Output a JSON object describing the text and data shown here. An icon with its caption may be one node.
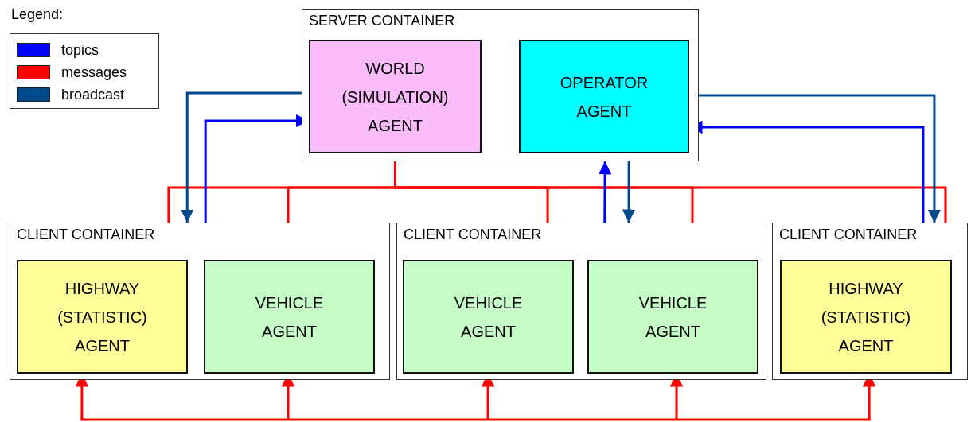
{
  "diagram": {
    "nodes": [
      {
        "text": [
          "SERVER CONTAINER"
        ]
      },
      {
        "text": [
          "WORLD (SIMULATION) AGENT"
        ],
        "in": 0
      },
      {
        "text": [
          "OPERATOR AGENT"
        ],
        "in": 0
      },
      {
        "text": [
          "CLIENT CONTAINER"
        ]
      },
      {
        "text": [
          "HIGHWAY (STATISTIC) AGENT"
        ],
        "in": 3
      },
      {
        "text": [
          "VEHICLE AGENT"
        ],
        "in": 3
      },
      {
        "text": [
          "CLIENT CONTAINER"
        ]
      },
      {
        "text": [
          "VEHICLE AGENT"
        ],
        "in": 6
      },
      {
        "text": [
          "VEHICLE AGENT"
        ],
        "in": 6
      },
      {
        "text": [
          "CLIENT CONTAINER"
        ]
      },
      {
        "text": [
          "HIGHWAY (STATISTIC) AGENT"
        ],
        "in": 9
      }
    ],
    "edges": [
      {
        "from": 1,
        "to": 4,
        "arrow": "to",
        "color": "#ff0000"
      },
      {
        "from": 1,
        "to": 5,
        "arrow": "to",
        "color": "#ff0000"
      },
      {
        "from": 1,
        "to": 7,
        "arrow": "to",
        "color": "#ff0000"
      },
      {
        "from": 1,
        "to": 8,
        "arrow": "to",
        "color": "#ff0000"
      },
      {
        "from": 1,
        "to": 10,
        "arrow": "to",
        "color": "#ff0000"
      },
      {
        "from": 0,
        "to": 3,
        "arrow": "to",
        "color": "#004a8c"
      },
      {
        "from": 3,
        "to": 1,
        "arrow": "to",
        "color": "#0000ff"
      },
      {
        "from": 6,
        "to": 0,
        "arrow": "to",
        "color": "#0000ff"
      },
      {
        "from": 0,
        "to": 6,
        "arrow": "to",
        "color": "#004a8c"
      },
      {
        "from": 0,
        "to": 9,
        "arrow": "to",
        "color": "#004a8c"
      },
      {
        "from": 9,
        "to": 2,
        "arrow": "to",
        "color": "#0000ff"
      },
      {
        "from": null,
        "to": 4,
        "arrow": "to",
        "color": "#ff0000"
      },
      {
        "from": null,
        "to": 5,
        "arrow": "to",
        "color": "#ff0000"
      },
      {
        "from": null,
        "to": 7,
        "arrow": "to",
        "color": "#ff0000"
      },
      {
        "from": null,
        "to": 8,
        "arrow": "to",
        "color": "#ff0000"
      },
      {
        "from": null,
        "to": 10,
        "arrow": "to",
        "color": "#ff0000"
      }
    ],
    "labels": [
      "Legend:"
    ],
    "legend": [
      {
        "text": "topics",
        "color": "#0000ff"
      },
      {
        "text": "messages",
        "color": "#ff0000"
      },
      {
        "text": "broadcast",
        "color": "#004a8c"
      }
    ]
  }
}
